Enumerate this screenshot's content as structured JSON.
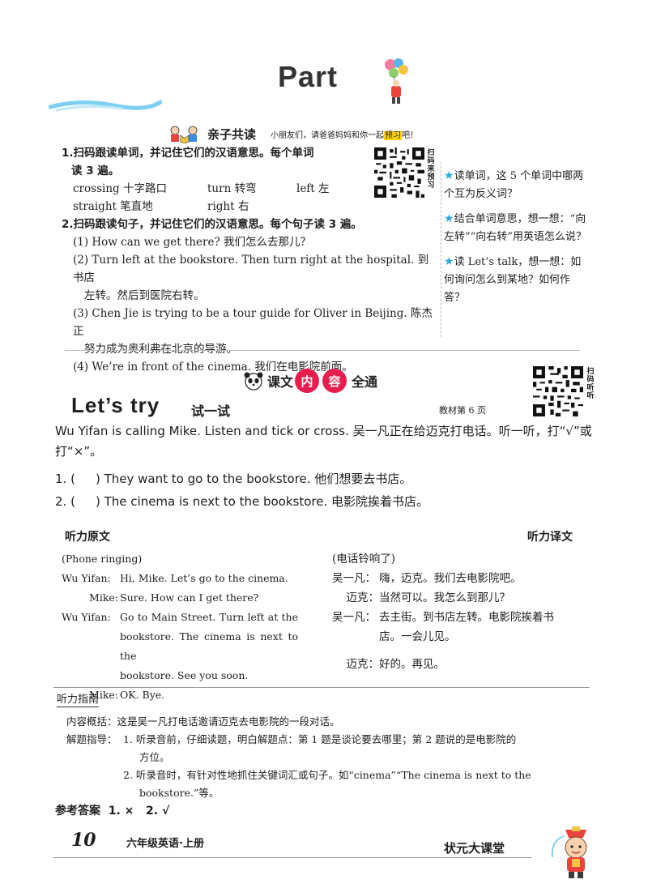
{
  "header": {
    "title": "Part"
  },
  "preview": {
    "banner": "亲子共读",
    "banner_sub_a": "小朋友们，请爸爸妈妈和你一起",
    "banner_sub_hl": "预习",
    "banner_sub_b": "吧！",
    "task1_a": "1.扫码跟读单词，并记住它们的汉语意思。每个单词",
    "task1_b": "读 3 遍。",
    "words": [
      {
        "en": "crossing",
        "cn": "十字路口"
      },
      {
        "en": "turn",
        "cn": "转弯"
      },
      {
        "en": "left",
        "cn": "左"
      },
      {
        "en": "straight",
        "cn": "笔直地"
      },
      {
        "en": "right",
        "cn": "右"
      }
    ],
    "task2": "2.扫码跟读句子，并记住它们的汉语意思。每个句子读 3 遍。",
    "s1": "(1) How can we get there? 我们怎么去那儿？",
    "s2a": "(2) Turn left at the bookstore. Then turn right at the hospital. 到书店",
    "s2b": "左转。然后到医院右转。",
    "s3a": "(3) Chen Jie is trying to be a tour guide for Oliver in Beijing. 陈杰正",
    "s3b": "努力成为奥利弗在北京的导游。",
    "s4": "(4) We’re in front of the cinema. 我们在电影院前面。",
    "qr_label": "扫码来预习"
  },
  "tips": [
    "读单词，这 5 个单词中哪两个互为反义词？",
    "结合单词意思，想一想：“向左转”“向右转”用英语怎么说？",
    "读 Let’s talk，想一想：如何询问怎么到某地？如何作答？"
  ],
  "section": {
    "banner_a": "课文",
    "banner_circle_1": "内",
    "banner_circle_2": "容",
    "banner_b": "全通",
    "qr_label": "扫码听听",
    "lets_try": "Let’s try",
    "lets_try_cn": "试一试",
    "page_ref": "教材第 6 页",
    "instr": "Wu Yifan is calling Mike. Listen and tick or cross. 吴一凡正在给迈克打电话。听一听，打“√”或打“×”。",
    "q1_num": "1. (",
    "q1_text": ") They want to go to the bookstore. 他们想要去书店。",
    "q2_num": "2. (",
    "q2_text": ") The cinema is next to the bookstore. 电影院挨着书店。"
  },
  "listening": {
    "original_h": "听力原文",
    "translation_h": "听力译文",
    "en": {
      "cue": "(Phone ringing)",
      "l1_spk": "Wu Yifan:",
      "l1": "Hi, Mike. Let’s go to the cinema.",
      "l2_spk": "Mike:",
      "l2": "Sure. How can I get there?",
      "l3_spk": "Wu Yifan:",
      "l3a": "Go to Main Street. Turn left at the",
      "l3b": "bookstore. The cinema is next to the",
      "l3c": "bookstore. See you soon.",
      "l4_spk": "Mike:",
      "l4": "OK. Bye."
    },
    "cn": {
      "cue": "(电话铃响了)",
      "l1_spk": "吴一凡：",
      "l1": "嗨，迈克。我们去电影院吧。",
      "l2_spk": "迈克：",
      "l2": "当然可以。我怎么到那儿？",
      "l3_spk": "吴一凡：",
      "l3a": "去主街。到书店左转。电影院挨着书",
      "l3b": "店。一会儿见。",
      "l4_spk": "迈克：",
      "l4": "好的。再见。"
    }
  },
  "guide": {
    "heading": "听力指南",
    "summary_label": "内容概括：",
    "summary": "这是吴一凡打电话邀请迈克去电影院的一段对话。",
    "tips_label": "解题指导：",
    "t1a": "1. 听录音前，仔细读题，明白解题点：第 1 题是谈论要去哪里；第 2 题说的是电影院的",
    "t1b": "方位。",
    "t2a": "2. 听录音时，有针对性地抓住关键词汇或句子。如“cinema”“The cinema is next to the",
    "t2b": "bookstore.”等。"
  },
  "answer": {
    "label": "参考答案",
    "a1": "1. ×",
    "a2": "2. √"
  },
  "footer": {
    "page": "10",
    "book": "六年级英语·上册",
    "brand": "状元大课堂"
  },
  "colors": {
    "tip_star": "#2ca9e1",
    "circle": "#e61e50",
    "highlight": "#ffd200",
    "swoosh": "#7fd0f0"
  }
}
